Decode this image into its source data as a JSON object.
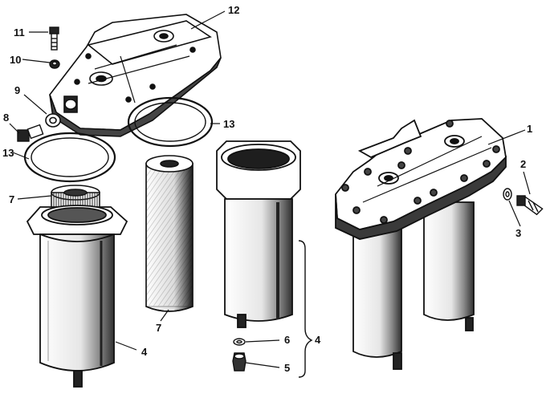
{
  "diagram": {
    "colors": {
      "ink": "#111111",
      "paper": "#ffffff",
      "shade": "#c8c8c8",
      "dark": "#2a2a2a"
    },
    "callouts": [
      {
        "id": "c11",
        "text": "11"
      },
      {
        "id": "c10",
        "text": "10"
      },
      {
        "id": "c9",
        "text": "9"
      },
      {
        "id": "c8",
        "text": "8"
      },
      {
        "id": "c13a",
        "text": "13"
      },
      {
        "id": "c7a",
        "text": "7"
      },
      {
        "id": "c12",
        "text": "12"
      },
      {
        "id": "c13b",
        "text": "13"
      },
      {
        "id": "c7b",
        "text": "7"
      },
      {
        "id": "c4a",
        "text": "4"
      },
      {
        "id": "c6",
        "text": "6"
      },
      {
        "id": "c5",
        "text": "5"
      },
      {
        "id": "c4b",
        "text": "4"
      },
      {
        "id": "c1",
        "text": "1"
      },
      {
        "id": "c2",
        "text": "2"
      },
      {
        "id": "c3",
        "text": "3"
      }
    ]
  }
}
